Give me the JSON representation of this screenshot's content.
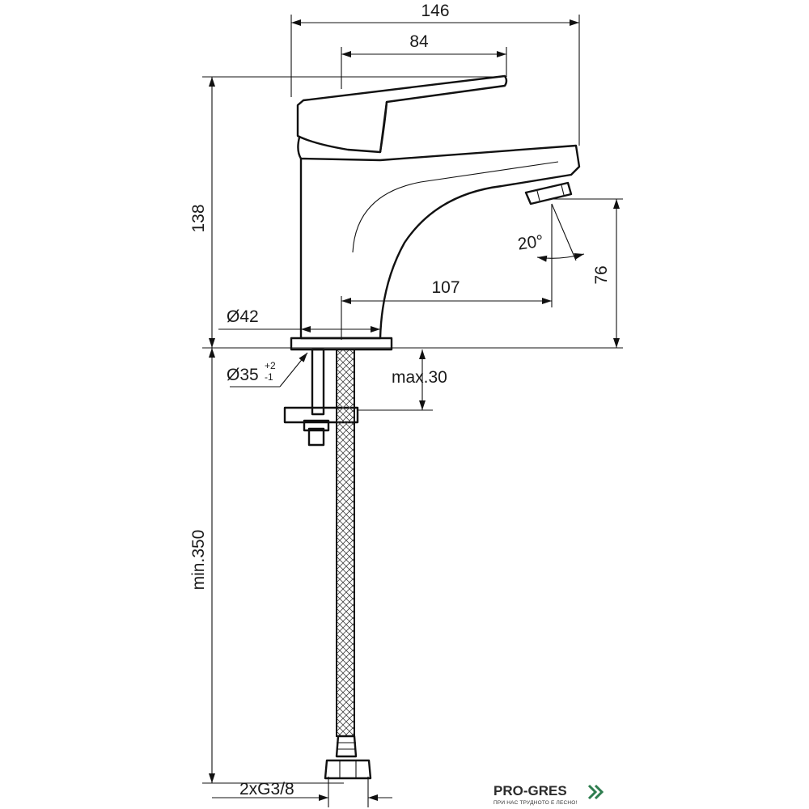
{
  "dimensions": {
    "total_width": "146",
    "lever_length": "84",
    "total_height": "138",
    "body_diameter": "Ø42",
    "spout_reach": "107",
    "aerator_angle": "20°",
    "spout_height": "76",
    "hole_diameter": "Ø35",
    "hole_tol_plus": "+2",
    "hole_tol_minus": "-1",
    "max_deck": "max.30",
    "hose_length": "min.350",
    "connection": "2xG3/8"
  },
  "brand": {
    "name": "PRO-GRES",
    "tagline": "ПРИ НАС ТРУДНОТО Е ЛЕСНО!",
    "accent_color": "#2e7d4f",
    "logo_icon": "double-chevron-icon"
  }
}
